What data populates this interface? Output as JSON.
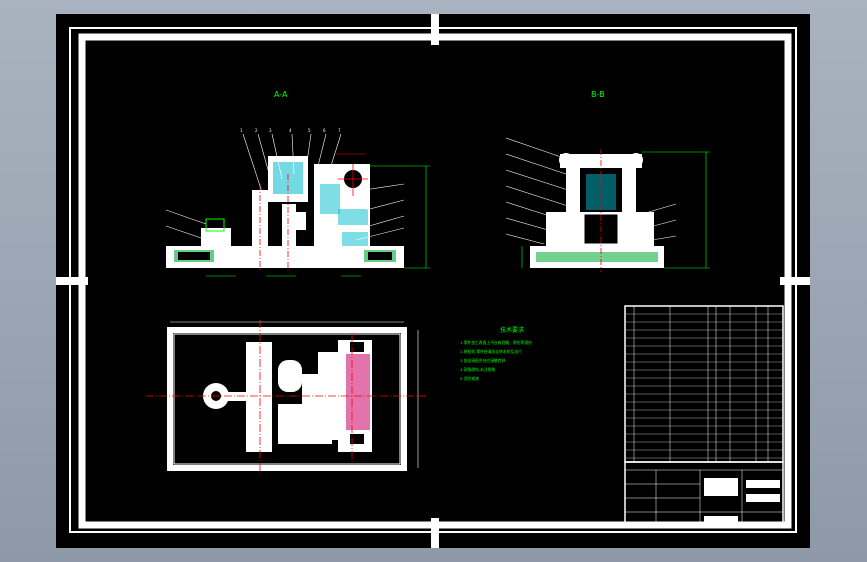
{
  "drawing": {
    "view_labels": {
      "section_aa": "A-A",
      "section_bb": "B-B"
    },
    "technical_requirements": {
      "heading": "技术要求",
      "lines": [
        "1.零件加工表面上不应有划痕、擦伤等损伤",
        "2.装配前,零件经清洗去除毛刺及油污",
        "3.各连接配合处应接触良好",
        "4.锐角倒钝,未注倒角",
        "5.涂防锈漆"
      ]
    },
    "colors": {
      "background": "#000000",
      "geometry": "#ffffff",
      "dimension": "#00ff00",
      "centerline": "#ff0000",
      "hatch": "#00ffff",
      "note_text": "#00ff00",
      "frame": "#ffffff"
    }
  }
}
